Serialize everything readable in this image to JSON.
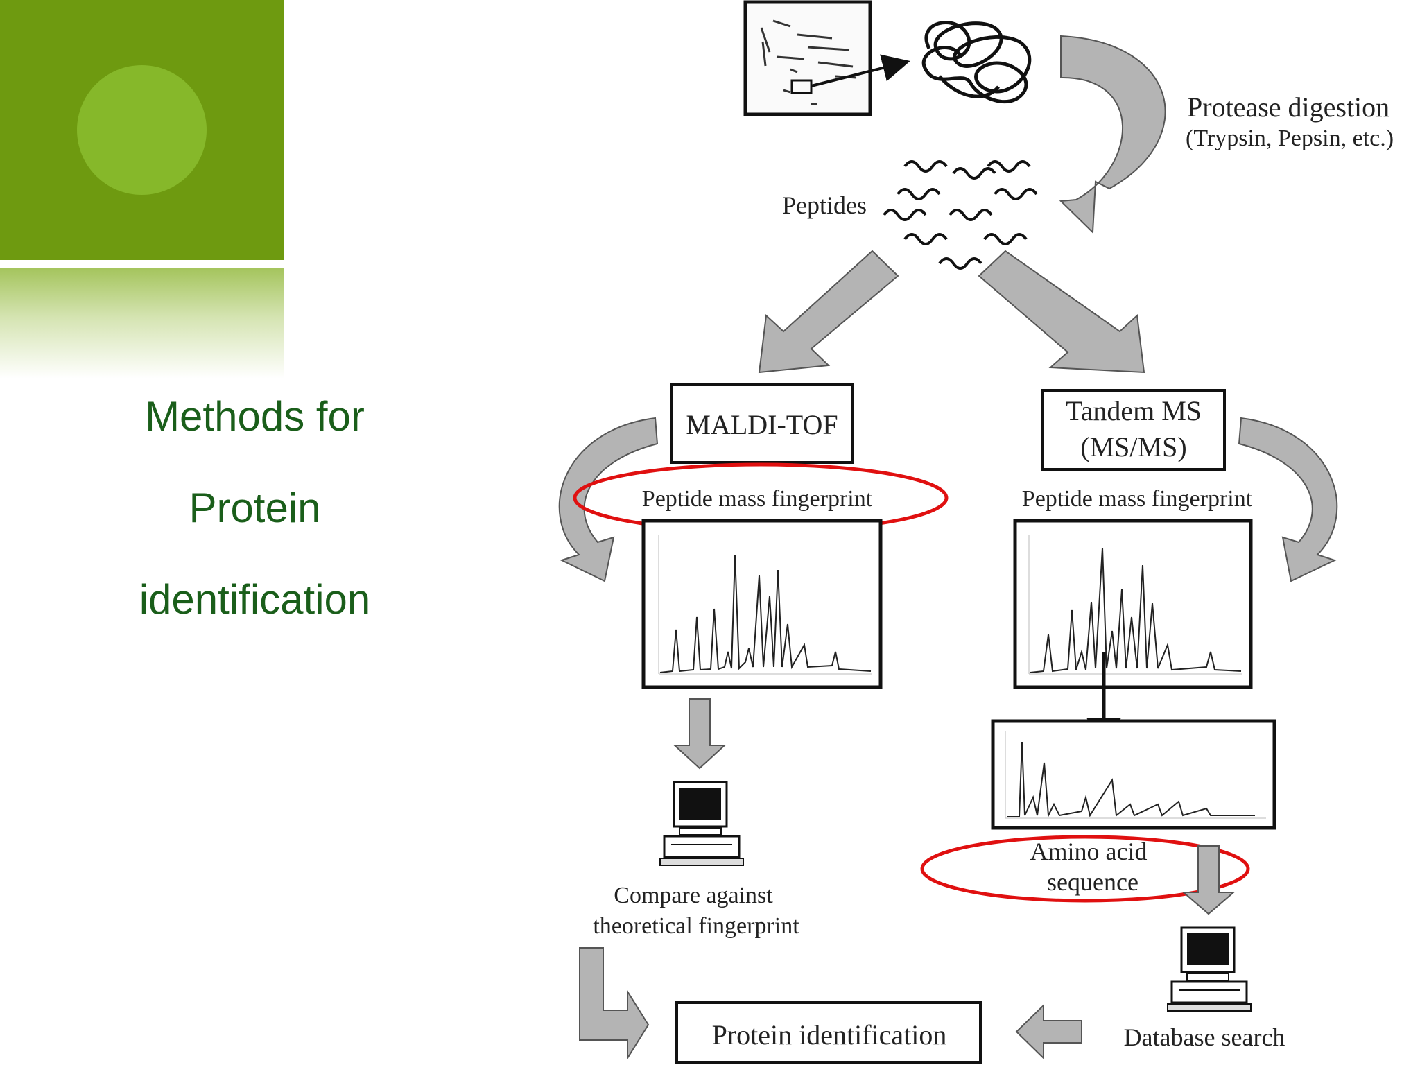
{
  "title": {
    "line1": "Methods for",
    "line2": "Protein",
    "line3": "identification"
  },
  "diagram": {
    "protease_line1": "Protease digestion",
    "protease_line2": "(Trypsin, Pepsin, etc.)",
    "peptides": "Peptides",
    "maldi": "MALDI-TOF",
    "tandem_line1": "Tandem MS",
    "tandem_line2": "(MS/MS)",
    "pmf_left": "Peptide  mass  fingerprint",
    "pmf_right": "Peptide  mass fingerprint",
    "compare_line1": "Compare against",
    "compare_line2": "theoretical  fingerprint",
    "amino_line1": "Amino acid",
    "amino_line2": "sequence",
    "protein_id": "Protein identification",
    "database": "Database search"
  },
  "colors": {
    "brand_green": "#6e9a10",
    "title_green": "#1a5e1a",
    "highlight_red": "#e01010",
    "arrow_gray": "#b4b4b4"
  }
}
